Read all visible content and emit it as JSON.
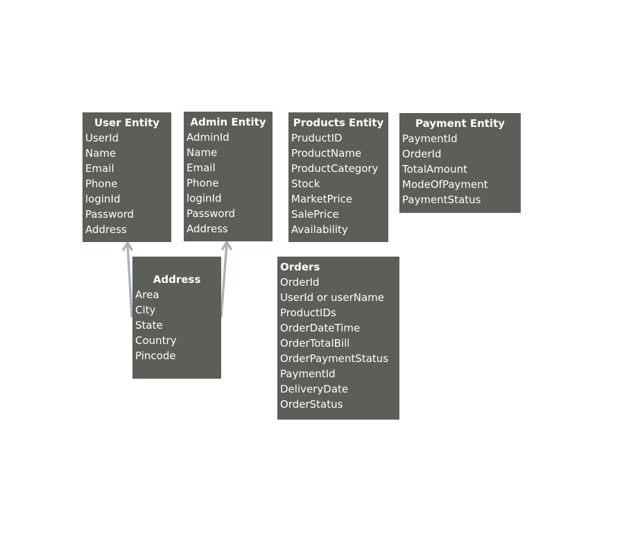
{
  "entities": {
    "user": {
      "title": "User Entity",
      "fields": [
        "UserId",
        "Name",
        "Email",
        "Phone",
        "loginId",
        "Password",
        "Address"
      ]
    },
    "admin": {
      "title": "Admin Entity",
      "fields": [
        "AdminId",
        "Name",
        "Email",
        "Phone",
        "loginId",
        "Password",
        "Address"
      ]
    },
    "products": {
      "title": "Products Entity",
      "fields": [
        "PruductID",
        "ProductName",
        "ProductCategory",
        "Stock",
        "MarketPrice",
        "SalePrice",
        "Availability"
      ]
    },
    "payment": {
      "title": "Payment Entity",
      "fields": [
        "PaymentId",
        "OrderId",
        "TotalAmount",
        "ModeOfPayment",
        "PaymentStatus"
      ]
    },
    "address": {
      "title": "Address",
      "fields": [
        "Area",
        "City",
        "State",
        "Country",
        "Pincode"
      ]
    },
    "orders": {
      "title": "Orders",
      "fields": [
        "OrderId",
        "UserId or userName",
        "ProductIDs",
        "OrderDateTime",
        "OrderTotalBill",
        "OrderPaymentStatus",
        "PaymentId",
        "DeliveryDate",
        "OrderStatus"
      ]
    }
  },
  "colors": {
    "box_fill": "#5b5f58",
    "box_text": "#ffffff",
    "arrow": "#a9b3bb"
  }
}
